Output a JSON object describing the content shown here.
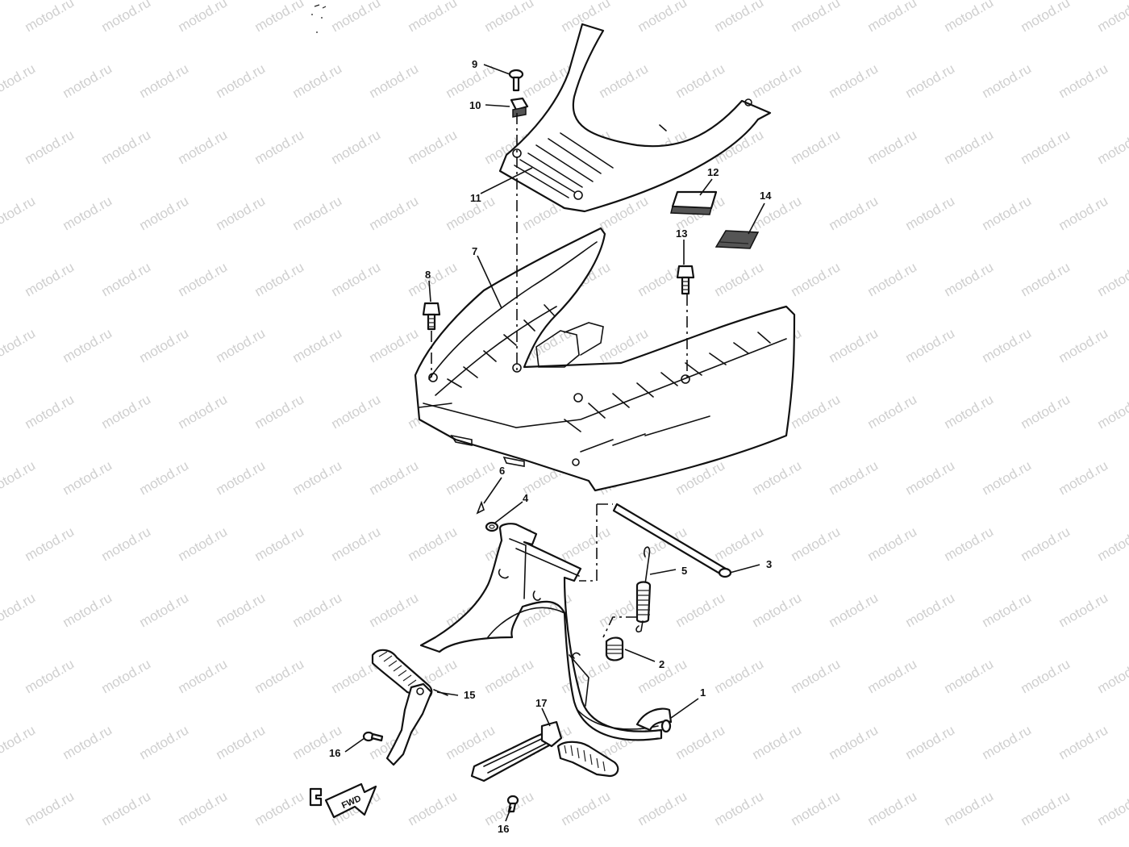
{
  "watermark": "motod.ru",
  "callouts": [
    {
      "id": "1",
      "label": "1"
    },
    {
      "id": "2",
      "label": "2"
    },
    {
      "id": "3",
      "label": "3"
    },
    {
      "id": "4",
      "label": "4"
    },
    {
      "id": "5",
      "label": "5"
    },
    {
      "id": "6",
      "label": "6"
    },
    {
      "id": "7",
      "label": "7"
    },
    {
      "id": "8",
      "label": "8"
    },
    {
      "id": "9",
      "label": "9"
    },
    {
      "id": "10",
      "label": "10"
    },
    {
      "id": "11",
      "label": "11"
    },
    {
      "id": "12",
      "label": "12"
    },
    {
      "id": "13",
      "label": "13"
    },
    {
      "id": "14",
      "label": "14"
    },
    {
      "id": "15",
      "label": "15"
    },
    {
      "id": "16a",
      "label": "16"
    },
    {
      "id": "16b",
      "label": "16"
    },
    {
      "id": "17",
      "label": "17"
    }
  ],
  "direction_badge": {
    "label": "FWD"
  },
  "colors": {
    "line": "#111111",
    "watermark": "#cfcfcf",
    "background": "#ffffff"
  }
}
